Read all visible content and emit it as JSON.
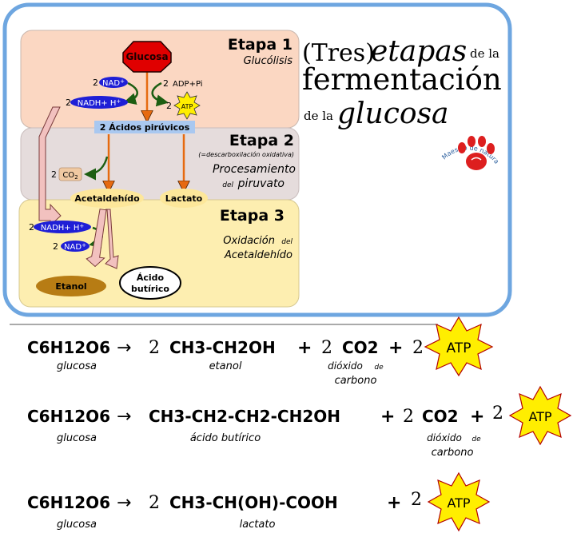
{
  "title": {
    "line1_a": "(Tres)",
    "line1_b": "etapas",
    "line1_c": "de la",
    "line2": "fermentación",
    "line3_a": "de la",
    "line3_b": "glucosa"
  },
  "stages": [
    {
      "heading": "Etapa 1",
      "subtitle": "Glucólisis"
    },
    {
      "heading": "Etapa 2",
      "note": "(=descarboxilación oxidativa)",
      "subtitle_1": "Procesamiento",
      "subtitle_2a": "del",
      "subtitle_2b": "piruvato"
    },
    {
      "heading": "Etapa 3",
      "subtitle_1a": "Oxidación",
      "subtitle_1b": "del",
      "subtitle_2": "Acetaldehído"
    }
  ],
  "nodes": {
    "glucosa": "Glucosa",
    "acidos_piruvicos": "2 Ácidos pirúvicos",
    "acetaldehido": "Acetaldehído",
    "lactato": "Lactato",
    "etanol": "Etanol",
    "acido_butirico_1": "Ácido",
    "acido_butirico_2": "butírico"
  },
  "cofactors": {
    "coef": "2",
    "nad": "NAD",
    "nad_sup": "+",
    "nadh": "NADH+ H",
    "nadh_sup": "+",
    "adp": "ADP+Pi",
    "atp": "ATP",
    "co2_main": "CO",
    "co2_sub": "2"
  },
  "logo": {
    "text": "Maestro de naturales"
  },
  "equations": [
    {
      "reactant": "C6H12O6",
      "reactant_label": "glucosa",
      "arrow": "→",
      "coef1": "2",
      "product1": "CH3-CH2OH",
      "product1_label": "etanol",
      "plus1": "+",
      "coef2": "2",
      "product2": "CO2",
      "product2_label_1": "dióxido",
      "product2_label_1b": "de",
      "product2_label_2": "carbono",
      "plus2": "+",
      "coef3": "2",
      "atp": "ATP"
    },
    {
      "reactant": "C6H12O6",
      "reactant_label": "glucosa",
      "arrow": "→",
      "product1": "CH3-CH2-CH2-CH2OH",
      "product1_label": "ácido butírico",
      "plus1": "+",
      "coef2": "2",
      "product2": "CO2",
      "product2_label_1": "dióxido",
      "product2_label_1b": "de",
      "product2_label_2": "carbono",
      "plus2": "+",
      "coef3": "2",
      "atp": "ATP"
    },
    {
      "reactant": "C6H12O6",
      "reactant_label": "glucosa",
      "arrow": "→",
      "coef1": "2",
      "product1": "CH3-CH(OH)-COOH",
      "product1_label": "lactato",
      "plus1": "+",
      "coef3": "2",
      "atp": "ATP"
    }
  ],
  "colors": {
    "frame": "#6ea6e0",
    "stage1_bg": "#fbd7c2",
    "stage2_bg": "#e5dcdc",
    "stage3_bg": "#fdeeb0",
    "glucosa": "#e00000",
    "nad": "#1f1fd6",
    "atp_star": "#ffee00",
    "piruvico_box": "#a9c8f0",
    "yellow_node": "#fde79a",
    "etanol": "#b77c14",
    "arrow_orange": "#e66a10",
    "arrow_green": "#1d5e12",
    "arrow_pink": "#d99694"
  }
}
